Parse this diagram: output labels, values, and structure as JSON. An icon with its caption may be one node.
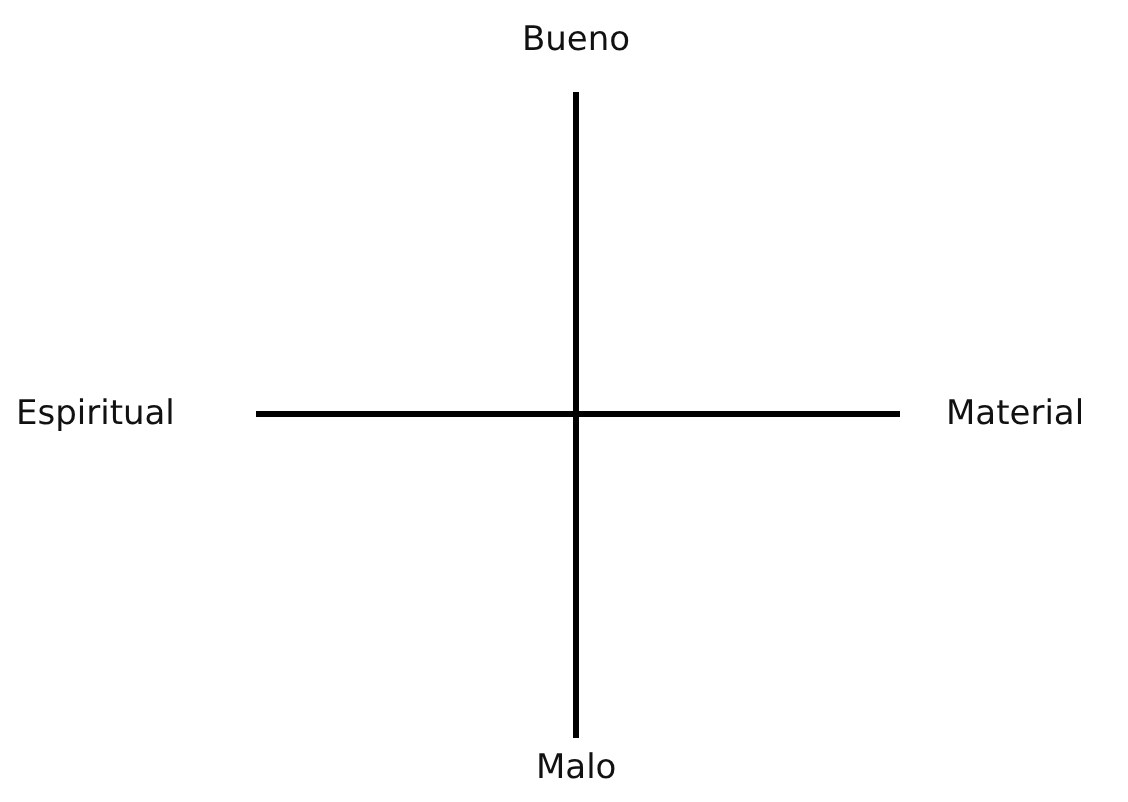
{
  "diagram": {
    "labels": [
      "Bueno",
      "Espiritual",
      "Material",
      "Malo"
    ]
  }
}
